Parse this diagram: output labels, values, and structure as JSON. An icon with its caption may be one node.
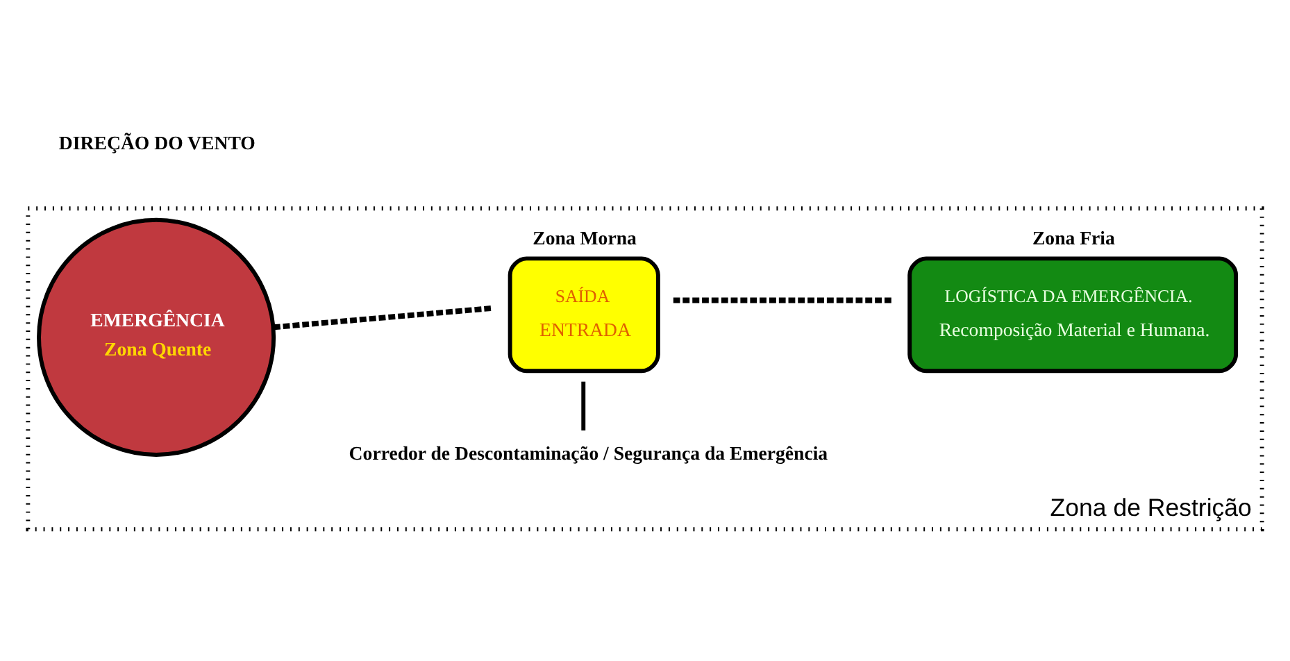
{
  "diagram": {
    "nodes": [
      {
        "text": [
          "Zona de Restrição"
        ]
      },
      {
        "text": [
          "EMERGÊNCIA",
          "Zona Quente"
        ],
        "in": 0
      },
      {
        "text": [
          "Zona Morna",
          "SAÍDA",
          "ENTRADA"
        ],
        "in": 0
      },
      {
        "text": [
          "Corredor de Descontaminação / Segurança da Emergência"
        ],
        "in": 0
      },
      {
        "text": [
          "Zona Fria",
          "LOGÍSTICA DA EMERGÊNCIA.",
          "Recomposição Material e Humana."
        ],
        "in": 0
      }
    ],
    "edges": [
      {
        "from": 1,
        "to": 2,
        "arrow": "none",
        "style": "dashed"
      },
      {
        "from": 2,
        "to": 4,
        "arrow": "none",
        "style": "dashed"
      },
      {
        "from": 3,
        "to": 2,
        "arrow": "none"
      }
    ],
    "labels": [
      "DIREÇÃO DO VENTO"
    ]
  }
}
